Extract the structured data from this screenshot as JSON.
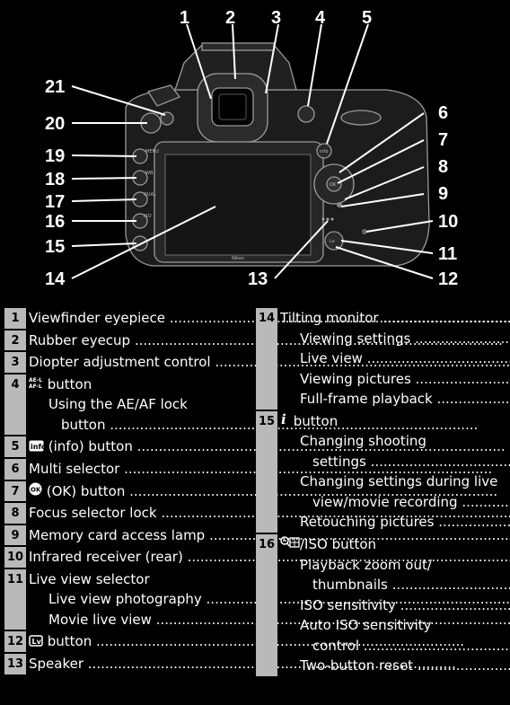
{
  "callouts": [
    "1",
    "2",
    "3",
    "4",
    "5",
    "6",
    "7",
    "8",
    "9",
    "10",
    "11",
    "12",
    "13",
    "14",
    "15",
    "16",
    "17",
    "18",
    "19",
    "20",
    "21"
  ],
  "camera": {
    "brand": "Nikon",
    "button_labels": {
      "menu": "MENU",
      "wb": "WB",
      "qual": "QUAL",
      "iso": "ISO",
      "info": "info",
      "ok": "OK",
      "lv": "Lv"
    }
  },
  "left_items": [
    {
      "num": "1",
      "lines": [
        {
          "text": "Viewfinder eyepiece",
          "lead": true
        }
      ]
    },
    {
      "num": "2",
      "lines": [
        {
          "text": "Rubber eyecup",
          "lead": true
        }
      ]
    },
    {
      "num": "3",
      "lines": [
        {
          "text": "Diopter adjustment control",
          "lead": true
        }
      ]
    },
    {
      "num": "4",
      "lines": [
        {
          "text": " button",
          "icon": "ae-af-lock-icon"
        },
        {
          "text": "Using the AE/AF lock",
          "indent": 1
        },
        {
          "text": "button",
          "indent": 2,
          "lead": true
        }
      ]
    },
    {
      "num": "5",
      "lines": [
        {
          "text": " (info) button",
          "icon": "info-icon",
          "lead": true
        }
      ]
    },
    {
      "num": "6",
      "lines": [
        {
          "text": "Multi selector",
          "lead": true
        }
      ]
    },
    {
      "num": "7",
      "lines": [
        {
          "text": " (OK) button",
          "icon": "ok-icon",
          "lead": true
        }
      ]
    },
    {
      "num": "8",
      "lines": [
        {
          "text": "Focus selector lock",
          "lead": true
        }
      ]
    },
    {
      "num": "9",
      "lines": [
        {
          "text": "Memory card access lamp",
          "lead": true
        }
      ]
    },
    {
      "num": "10",
      "lines": [
        {
          "text": "Infrared receiver (rear)",
          "lead": true
        }
      ]
    },
    {
      "num": "11",
      "lines": [
        {
          "text": "Live view selector"
        },
        {
          "text": "Live view photography",
          "indent": 1,
          "lead": true
        },
        {
          "text": "Movie live view",
          "indent": 1,
          "lead": true
        }
      ]
    },
    {
      "num": "12",
      "lines": [
        {
          "text": " button",
          "icon": "lv-icon",
          "lead": true
        }
      ]
    },
    {
      "num": "13",
      "lines": [
        {
          "text": "Speaker",
          "lead": true
        }
      ]
    }
  ],
  "right_items": [
    {
      "num": "14",
      "lines": [
        {
          "text": "Tilting monitor",
          "lead": true
        },
        {
          "text": "Viewing settings",
          "indent": 1,
          "lead": true
        },
        {
          "text": "Live view",
          "indent": 1,
          "lead": true
        },
        {
          "text": "Viewing pictures",
          "indent": 1,
          "lead": true
        },
        {
          "text": "Full-frame playback",
          "indent": 1,
          "lead": true
        }
      ]
    },
    {
      "num": "15",
      "lines": [
        {
          "text": " button",
          "icon": "i-icon"
        },
        {
          "text": "Changing shooting",
          "indent": 1
        },
        {
          "text": "settings",
          "indent": 2,
          "lead": true
        },
        {
          "text": "Changing settings during live",
          "indent": 1
        },
        {
          "text": "view/movie recording",
          "indent": 2,
          "lead": true
        },
        {
          "text": "Retouching pictures",
          "indent": 1,
          "lead": true
        }
      ]
    },
    {
      "num": "16",
      "lines": [
        {
          "text": "/ISO button",
          "icon": "zoom-out-thumbnail-icon"
        },
        {
          "text": "Playback zoom out/",
          "indent": 1
        },
        {
          "text": "thumbnails",
          "indent": 2,
          "lead": true
        },
        {
          "text": "ISO sensitivity",
          "indent": 1,
          "lead": true
        },
        {
          "text": "Auto ISO sensitivity",
          "indent": 1
        },
        {
          "text": "control",
          "indent": 2,
          "lead": true
        },
        {
          "text": "Two-button reset",
          "indent": 1,
          "lead": true
        }
      ]
    }
  ],
  "colors": {
    "background": "#000000",
    "number_cell": "#b9b9b9",
    "text": "#ffffff"
  }
}
